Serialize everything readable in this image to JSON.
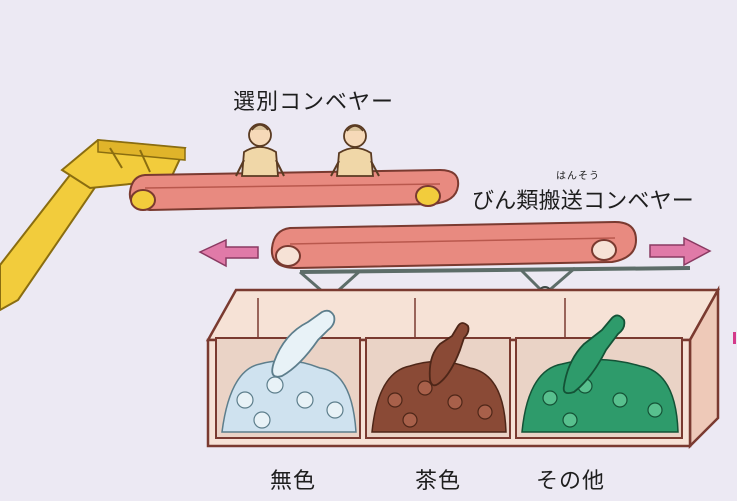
{
  "labels": {
    "sorting_conveyor": "選別コンベヤー",
    "transport_conveyor": "びん類搬送コンベヤー",
    "transport_furigana": "はんそう",
    "bin_colorless": "無色",
    "bin_brown": "茶色",
    "bin_other": "その他"
  },
  "colors": {
    "background": "#ece9f3",
    "conveyor_belt": "#e88a80",
    "hopper": "#f2cc3c",
    "arrow": "#e07aa8",
    "tank": "#f6e2d6",
    "glass_colorless": "#cfe2ef",
    "glass_brown": "#8a4a36",
    "glass_green": "#2e9b6b"
  },
  "icons": [
    "worker-icon",
    "left-arrow-icon",
    "right-arrow-icon",
    "bottle-icon"
  ]
}
